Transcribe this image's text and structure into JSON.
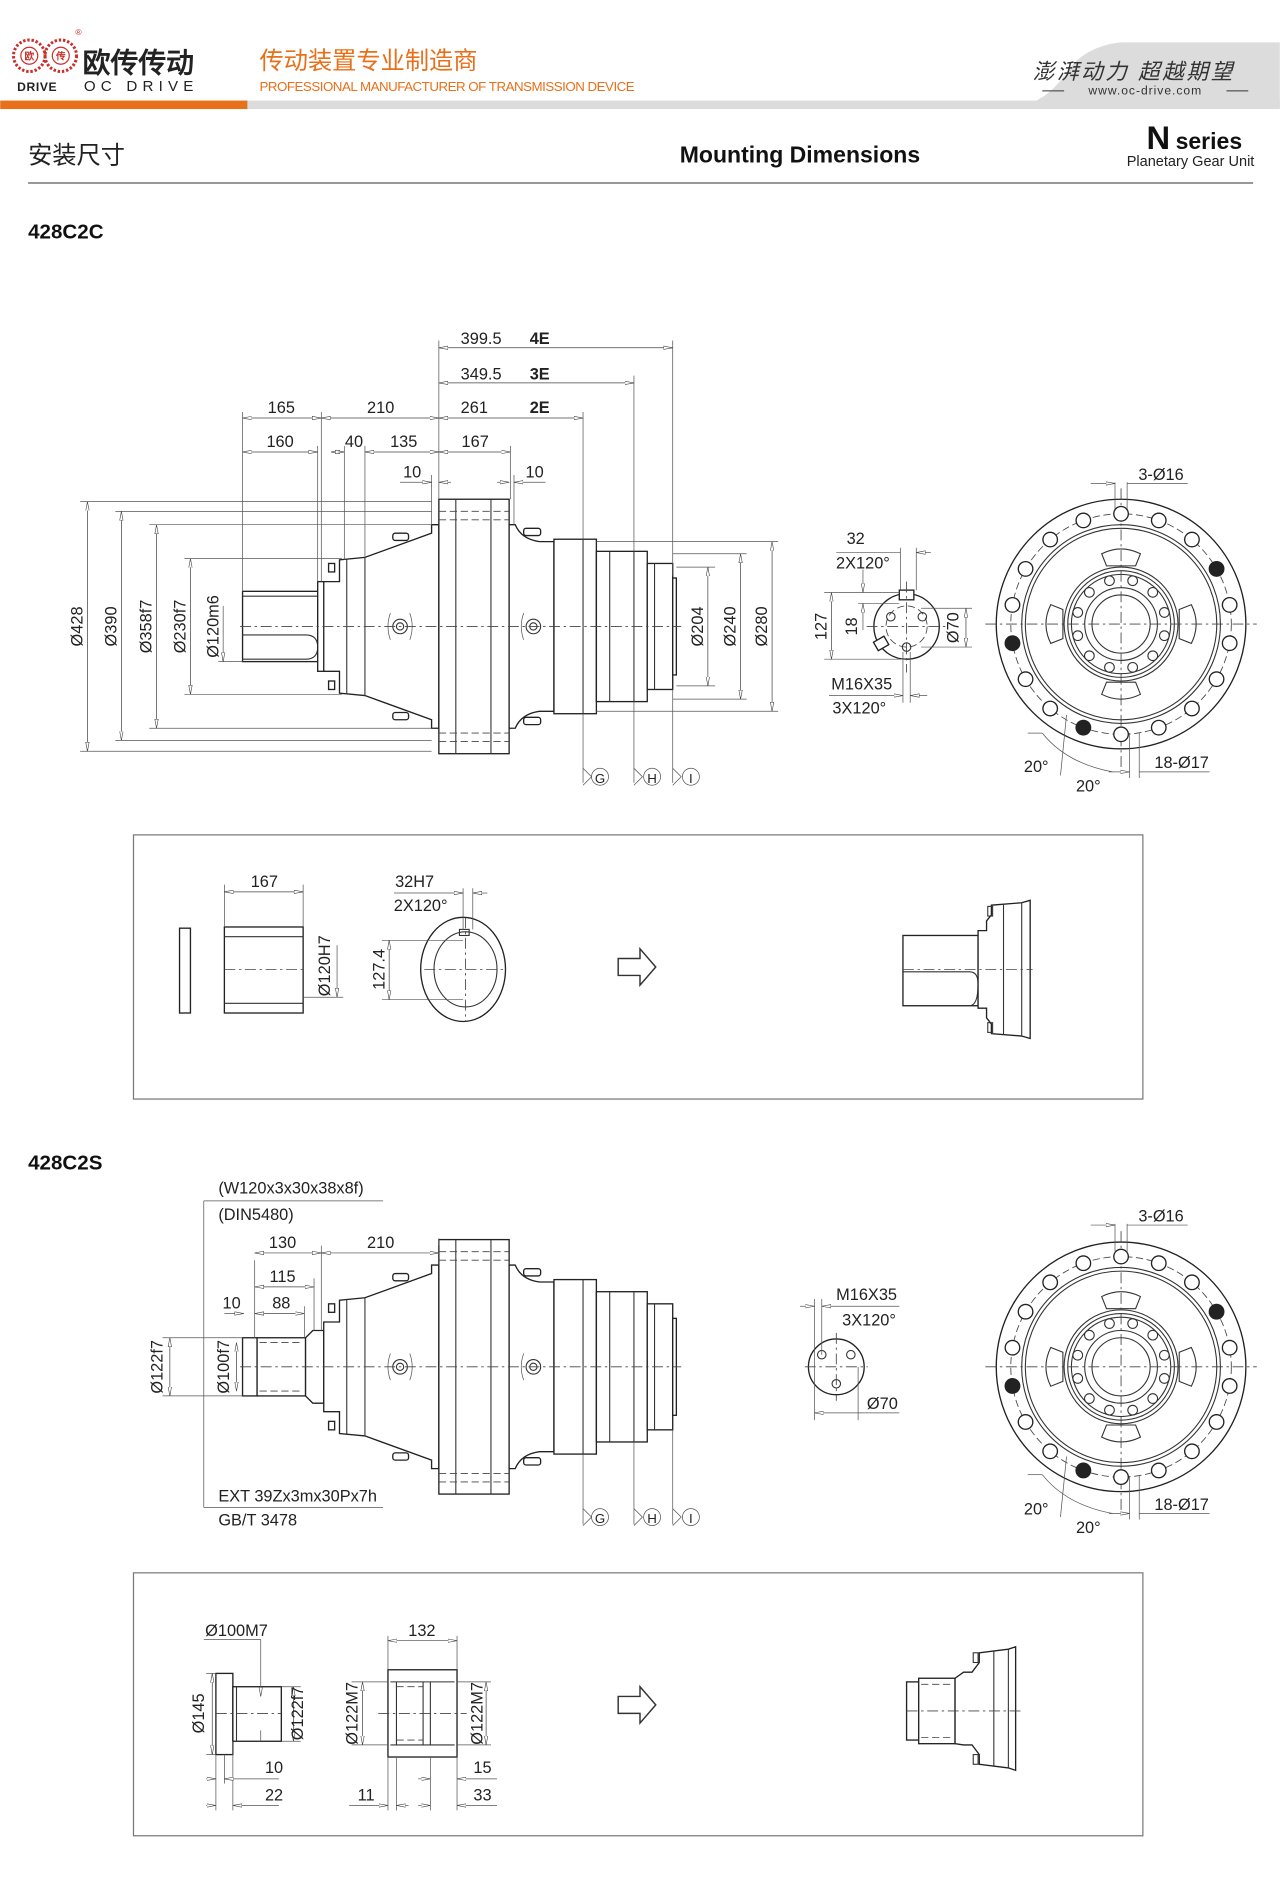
{
  "header": {
    "brand_cn": "欧传传动",
    "brand_en": "OC DRIVE",
    "brand_prefix": "DRIVE",
    "logo_chars": [
      "欧",
      "传"
    ],
    "tagline_cn": "传动装置专业制造商",
    "tagline_en": "PROFESSIONAL MANUFACTURER OF TRANSMISSION DEVICE",
    "slogan": "澎湃动力 超越期望",
    "website": "www.oc-drive.com",
    "accent_color": "#e8701a"
  },
  "title_bar": {
    "title_cn": "安装尺寸",
    "title_en": "Mounting Dimensions",
    "series_letter": "N",
    "series_word": "series",
    "series_subtitle": "Planetary Gear Unit"
  },
  "section_2c": {
    "model": "428C2C",
    "top_dims": {
      "d4e": "399.5",
      "l4e": "4E",
      "d3e": "349.5",
      "l3e": "3E",
      "d2e": "261",
      "l2e": "2E",
      "d165": "165",
      "d210": "210",
      "d160": "160",
      "d40": "40",
      "d135": "135",
      "d167": "167",
      "d10a": "10",
      "d10b": "10"
    },
    "left_diameters": [
      "Ø428",
      "Ø390",
      "Ø358f7",
      "Ø230f7",
      "Ø120m6"
    ],
    "right_diameters": [
      "Ø204",
      "Ø240",
      "Ø280"
    ],
    "markers": [
      "G",
      "H",
      "I"
    ],
    "shaft_end": {
      "key": "32",
      "key_pattern": "2X120°",
      "height": "127",
      "depth": "18",
      "dia": "Ø70",
      "thread": "M16X35",
      "thread_pattern": "3X120°"
    },
    "end_view": {
      "holes_a": "3-Ø16",
      "angle_a": "20°",
      "angle_b": "20°",
      "holes_b": "18-Ø17"
    },
    "accessory": {
      "sleeve_len": "167",
      "bore": "Ø120H7",
      "key": "32H7",
      "key_pattern": "2X120°",
      "key_height": "127.4"
    }
  },
  "section_2s": {
    "model": "428C2S",
    "spline_spec": "(W120x3x30x38x8f)",
    "spline_std": "(DIN5480)",
    "dims": {
      "d130": "130",
      "d210": "210",
      "d115": "115",
      "d10": "10",
      "d88": "88"
    },
    "diameters": [
      "Ø122f7",
      "Ø100f7"
    ],
    "ext_spec": "EXT 39Zx3mx30Px7h",
    "ext_std": "GB/T 3478",
    "markers": [
      "G",
      "H",
      "I"
    ],
    "shaft_end": {
      "thread": "M16X35",
      "thread_pattern": "3X120°",
      "dia": "Ø70"
    },
    "end_view": {
      "holes_a": "3-Ø16",
      "angle_a": "20°",
      "angle_b": "20°",
      "holes_b": "18-Ø17"
    },
    "accessory": {
      "bore": "Ø100M7",
      "flange_dia": "Ø145",
      "spigot": "Ø122f7",
      "d10": "10",
      "d22": "22",
      "sleeve_len": "132",
      "sleeve_bore_l": "Ø122M7",
      "sleeve_bore_r": "Ø122M7",
      "d11": "11",
      "d15": "15",
      "d33": "33"
    }
  }
}
